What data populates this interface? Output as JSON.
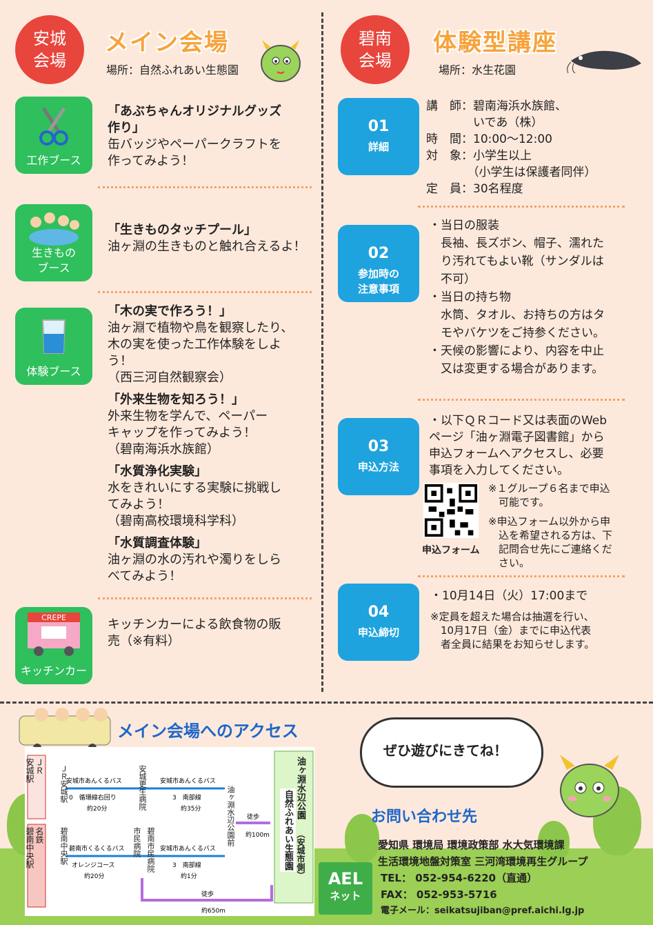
{
  "left": {
    "badge": "安城\n会場",
    "title": "メイン会場",
    "place": "場所：自然ふれあい生態園",
    "booths": [
      {
        "label": "工作ブース",
        "icon": "scissors-icon"
      },
      {
        "label": "生きもの\nブース",
        "icon": "children-pool-icon"
      },
      {
        "label": "体験ブース",
        "icon": "beaker-icon"
      },
      {
        "label": "キッチンカー",
        "icon": "crepe-truck-icon",
        "sign": "CREPE"
      }
    ],
    "b1": {
      "h": "「あぶちゃんオリジナルグッズ\n作り」",
      "t": "缶バッジやペーパークラフトを\n作ってみよう！"
    },
    "b2": {
      "h": "「生きものタッチプール」",
      "t": "油ヶ淵の生きものと触れ合えるよ！"
    },
    "b3": [
      {
        "h": "「木の実で作ろう！」",
        "t": "油ヶ淵で植物や鳥を観察したり、\n木の実を使った工作体験をしよ\nう！\n（西三河自然観察会）"
      },
      {
        "h": "「外来生物を知ろう！」",
        "t": "外来生物を学んで、ペーパー\nキャップを作ってみよう！\n（碧南海浜水族館）"
      },
      {
        "h": "「水質浄化実験」",
        "t": "水をきれいにする実験に挑戦し\nてみよう！\n（碧南高校環境科学科）"
      },
      {
        "h": "「水質調査体験」",
        "t": "油ヶ淵の水の汚れや濁りをしら\nべてみよう！"
      }
    ],
    "b4": {
      "t": "キッチンカーによる飲食物の販\n売（※有料）"
    }
  },
  "right": {
    "badge": "碧南\n会場",
    "title": "体験型講座",
    "place": "場所：水生花園",
    "steps": [
      {
        "n": "01",
        "l": "詳細"
      },
      {
        "n": "02",
        "l": "参加時の\n注意事項"
      },
      {
        "n": "03",
        "l": "申込方法"
      },
      {
        "n": "04",
        "l": "申込締切"
      }
    ],
    "s1": "講　師：碧南海浜水族館、\n　　　　いであ（株）\n時　間：10:00〜12:00\n対　象：小学生以上\n　　　　（小学生は保護者同伴）\n定　員：30名程度",
    "s2": "・当日の服装\n　長袖、長ズボン、帽子、濡れた\n　り汚れてもよい靴（サンダルは\n　不可）\n・当日の持ち物\n　水筒、タオル、お持ちの方はタ\n　モやバケツをご持参ください。\n・天候の影響により、内容を中止\n　又は変更する場合があります。",
    "s3": "・以下ＱＲコード又は表面のWeb\nページ「油ヶ淵電子図書館」から\n申込フォームへアクセスし、必要\n事項を入力してください。",
    "s3n1": "※１グループ６名まで申込\n　可能です。",
    "s3n2": "※申込フォーム以外から申\n　込を希望される方は、下\n　記問合せ先にご連絡くだ\n　さい。",
    "qr_label": "申込フォーム",
    "s4": "・10月14日（火）17:00まで",
    "s4n": "※定員を超えた場合は抽選を行い、\n　10月17日（金）までに申込代表\n　者全員に結果をお知らせします。"
  },
  "access": {
    "title": "メイン会場へのアクセス",
    "destination": "油ヶ淵水辺公園",
    "destination_sub": "自然ふれあい生態園",
    "destination_side": "（安城市側）",
    "st_jr_box": "ＪＲ\n安城駅",
    "st_meitetsu_box": "名鉄\n碧南中央駅",
    "st_jr": "ＪＲ安城駅",
    "st_hospital1": "安城更生病院",
    "st_park": "油ヶ淵水辺公園前",
    "st_hekinan_chuo": "碧南中央駅",
    "st_shimin": "市民病院",
    "st_hekinan_shimin": "碧南市民病院",
    "bus1": "安城市あんくるバス",
    "route1": "0　循環線右回り",
    "time1": "約20分",
    "bus2": "安城市あんくるバス",
    "route2": "3　南部線",
    "time2": "約35分",
    "bus3": "碧南市くるくるバス",
    "route3": "オレンジコース",
    "time3": "約20分",
    "bus4": "安城市あんくるバス",
    "route4": "3　南部線",
    "time4": "約1分",
    "walk1": "徒歩",
    "walk1t": "約100m",
    "walk2": "徒歩",
    "walk2t": "約650m"
  },
  "bubble": "ぜひ遊びにきてね！",
  "contact": {
    "title": "お問い合わせ先",
    "l1": "愛知県 環境局 環境政策部 水大気環境課",
    "l2": "生活環境地盤対策室 三河湾環境再生グループ",
    "l3": "TEL： 052-954-6220（直通）",
    "l4": "FAX： 052-953-5716",
    "l5": "電子メール：seikatsujiban@pref.aichi.lg.jp",
    "logo_top": "AEL",
    "logo_bottom": "ネット"
  },
  "colors": {
    "accent_red": "#e8453c",
    "booth_green": "#2fbf5d",
    "step_blue": "#1ea3de",
    "background": "#fde9dc"
  }
}
